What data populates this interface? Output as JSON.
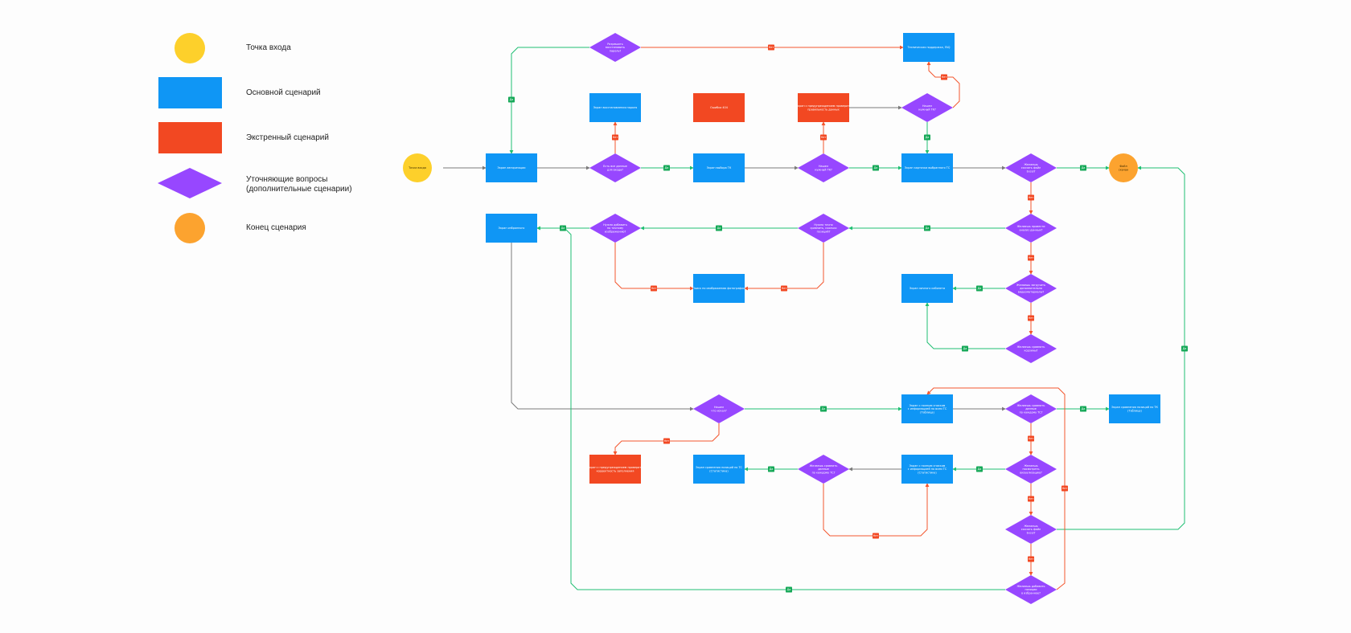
{
  "colors": {
    "entry": "#fdd02b",
    "main": "#0f96f5",
    "emergency": "#f24822",
    "question": "#9747ff",
    "end": "#fca32f",
    "yes_line": "#1fbf72",
    "no_line": "#f4562e",
    "plain_line": "#7a7a7a",
    "yes_tag": "#15a857",
    "no_tag": "#f24822"
  },
  "legend": [
    {
      "shape": "circle",
      "color_key": "entry",
      "label": "Точка входа"
    },
    {
      "shape": "rect",
      "color_key": "main",
      "label": "Основной сценарий"
    },
    {
      "shape": "rect",
      "color_key": "emergency",
      "label": "Экстренный сценарий"
    },
    {
      "shape": "diamond",
      "color_key": "question",
      "label": "Уточняющие вопросы\n(дополнительные сценарии)"
    },
    {
      "shape": "circle",
      "color_key": "end",
      "label": "Конец сценария"
    }
  ],
  "flowchart": {
    "nodes": [
      {
        "id": "entry",
        "kind": "entry",
        "label": "Точка входа"
      },
      {
        "id": "auth",
        "kind": "main",
        "label": "Экран авторизации"
      },
      {
        "id": "q_forgot",
        "kind": "question",
        "label": "Разрешить\nвосстановить\nпароль?"
      },
      {
        "id": "support",
        "kind": "main",
        "label": "Техническая поддержка, FAQ"
      },
      {
        "id": "q_data",
        "kind": "question",
        "label": "Есть все данные\nдля входа?"
      },
      {
        "id": "recovery",
        "kind": "main",
        "label": "Экран восстановления пароля"
      },
      {
        "id": "select_tc",
        "kind": "main",
        "label": "Экран выбора ТК"
      },
      {
        "id": "err404",
        "kind": "emergency",
        "label": "Ошибка 404"
      },
      {
        "id": "q_tc_ok",
        "kind": "question",
        "label": "Нашел\nнужный ТК?"
      },
      {
        "id": "warn_tc",
        "kind": "emergency",
        "label": "Экран с предупреждением проверить\nправильность данных"
      },
      {
        "id": "q_found",
        "kind": "question",
        "label": "Нашел\nнужный ТК?"
      },
      {
        "id": "tc_screen",
        "kind": "main",
        "label": "Экран карточки выбранного ТС"
      },
      {
        "id": "q_download",
        "kind": "question",
        "label": "Желаешь\nскачать файл\nExcel?"
      },
      {
        "id": "end_download",
        "kind": "end",
        "label": "Файл\nскачан"
      },
      {
        "id": "search_screen",
        "kind": "main",
        "label": "Экран избранного"
      },
      {
        "id": "q_filter",
        "kind": "question",
        "label": "Нужно добавить\nпо точному\nизображению?"
      },
      {
        "id": "q_compare",
        "kind": "question",
        "label": "Нужно точно\nсравнить, сколько\nпозиций?"
      },
      {
        "id": "q_check_photos",
        "kind": "question",
        "label": "Желаешь провести\nанализ данных?"
      },
      {
        "id": "photo_search",
        "kind": "main",
        "label": "Поиск по изображению фотографии"
      },
      {
        "id": "history",
        "kind": "main",
        "label": "Экран личного кабинета"
      },
      {
        "id": "q_view_analytics",
        "kind": "question",
        "label": "Желаешь загрузить\nдополнительно\nвидеоматериалы?"
      },
      {
        "id": "q_compare_carts",
        "kind": "question",
        "label": "Желаешь сравнить\nкорзины?"
      },
      {
        "id": "q_deep",
        "kind": "question",
        "label": "Нашел\nчто искал?"
      },
      {
        "id": "tc_detail",
        "kind": "main",
        "label": "Экран с полным списком\nс информацией по всем ТС\n(Таблица)"
      },
      {
        "id": "q_get_data",
        "kind": "question",
        "label": "Желаешь сравнить\nданные\nпо каждому ТС?"
      },
      {
        "id": "tc_compare",
        "kind": "main",
        "label": "Экран сравнения позиций по ТК\n(Таблица)"
      },
      {
        "id": "warn_selection",
        "kind": "emergency",
        "label": "Экран с предупреждением проверить\nкорректность заполнения"
      },
      {
        "id": "tc_stats",
        "kind": "main",
        "label": "Экран сравнения позиций по ТС\n(Статистика)"
      },
      {
        "id": "q_more_stats",
        "kind": "question",
        "label": "Желаешь сравнить\nданные\nпо каждому ТС?"
      },
      {
        "id": "tc_stats2",
        "kind": "main",
        "label": "Экран с полным списком\nс информацией по всем ТС\n(Статистика)"
      },
      {
        "id": "q_analytics",
        "kind": "question",
        "label": "Желаешь\nпосмотреть\nвизуализацию?"
      },
      {
        "id": "q_download2",
        "kind": "question",
        "label": "Желаешь\nскачать файл\nExcel?"
      },
      {
        "id": "q_add_more",
        "kind": "question",
        "label": "Желаешь добавить\nпозиции\nв избранное?"
      }
    ],
    "tags": {
      "yes": "Да",
      "no": "Нет"
    }
  }
}
